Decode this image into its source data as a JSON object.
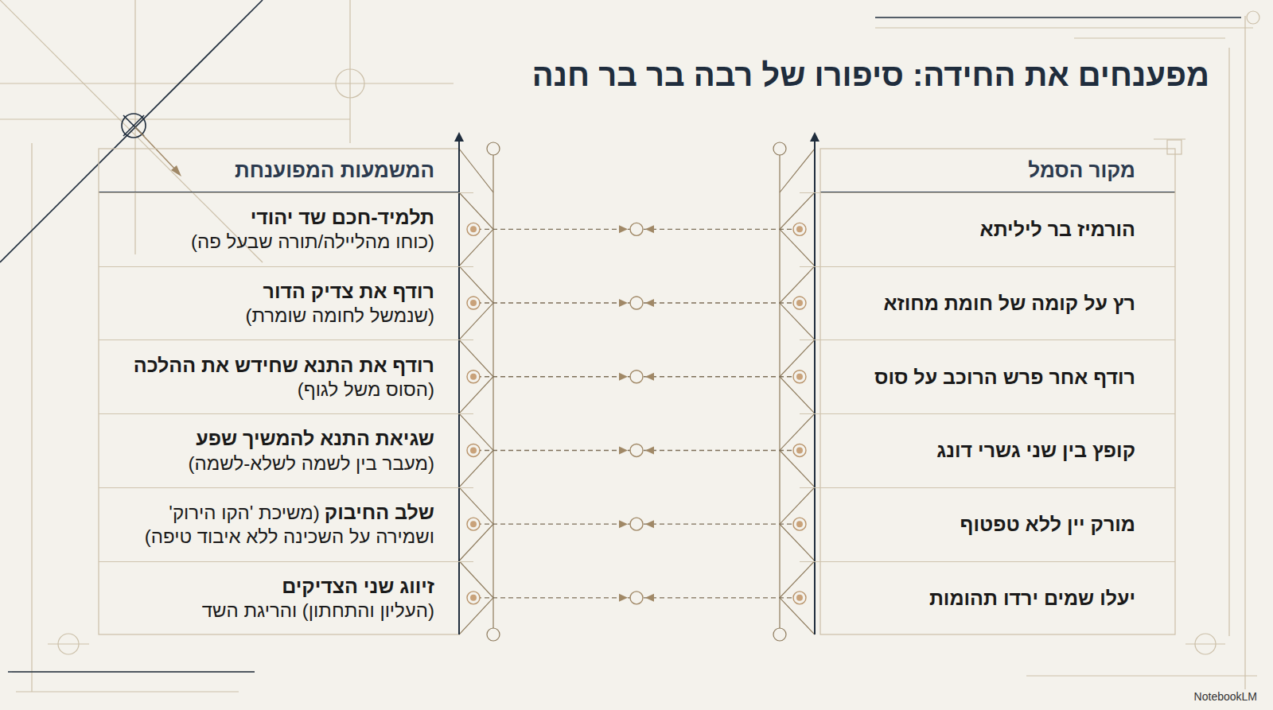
{
  "diagram": {
    "title": "מפענחים את החידה: סיפורו של רבה בר בר חנה",
    "nodes": [
      {
        "text": [
          "מקור הסמל"
        ]
      },
      {
        "text": [
          "הורמיז בר ליליתא"
        ],
        "in": 0
      },
      {
        "text": [
          "רץ על קומה של חומת מחוזא"
        ],
        "in": 0
      },
      {
        "text": [
          "רודף אחר פרש הרוכב על סוס"
        ],
        "in": 0
      },
      {
        "text": [
          "קופץ בין שני גשרי דונג"
        ],
        "in": 0
      },
      {
        "text": [
          "מורק יין ללא טפטוף"
        ],
        "in": 0
      },
      {
        "text": [
          "יעלו שמים ירדו תהומות"
        ],
        "in": 0
      },
      {
        "text": [
          "המשמעות המפוענחת"
        ]
      },
      {
        "text": [
          "תלמיד-חכם שד יהודי",
          "(כוחו מהליילה/תורה שבעל פה)"
        ],
        "in": 7
      },
      {
        "text": [
          "רודף את צדיק הדור",
          "(שנמשל לחומה שומרת)"
        ],
        "in": 7
      },
      {
        "text": [
          "רודף את התנא שחידש את ההלכה",
          "(הסוס משל לגוף)"
        ],
        "in": 7
      },
      {
        "text": [
          "שגיאת התנא להמשיך שפע",
          "(מעבר בין לשמה לשלא-לשמה)"
        ],
        "in": 7
      },
      {
        "text": [
          "שלב החיבוק",
          "(משיכת 'הקו הירוק' ושמירה על השכינה ללא איבוד טיפה)"
        ],
        "in": 7
      },
      {
        "text": [
          "זיווג שני הצדיקים",
          "(העליון והתחתון) והריגת השד"
        ],
        "in": 7
      }
    ],
    "edges": [
      {
        "from": 1,
        "to": 8,
        "arrow": "none"
      },
      {
        "from": 2,
        "to": 9,
        "arrow": "none"
      },
      {
        "from": 3,
        "to": 10,
        "arrow": "none"
      },
      {
        "from": 4,
        "to": 11,
        "arrow": "none"
      },
      {
        "from": 5,
        "to": 12,
        "arrow": "none"
      },
      {
        "from": 6,
        "to": 13,
        "arrow": "none"
      }
    ],
    "labels": [
      "NotebookLM"
    ]
  }
}
